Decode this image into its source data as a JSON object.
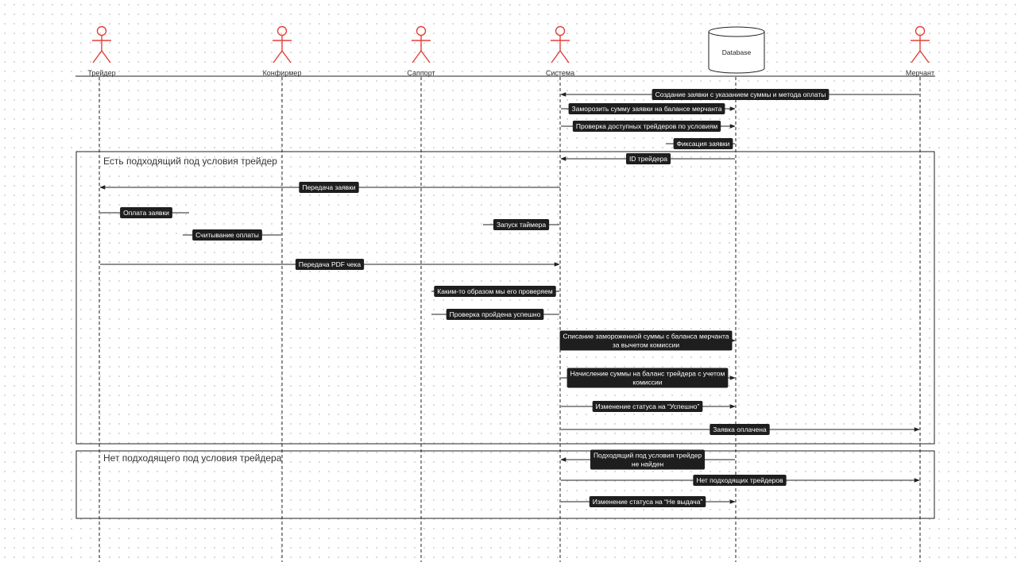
{
  "colors": {
    "actor": "#e0413a",
    "line": "#222222",
    "label_bg": "#1e1e1e",
    "label_text": "#ffffff"
  },
  "participants": [
    {
      "id": "trader",
      "name": "Трейдер",
      "kind": "actor"
    },
    {
      "id": "confirmer",
      "name": "Конфирмер",
      "kind": "actor"
    },
    {
      "id": "support",
      "name": "Саппорт",
      "kind": "actor"
    },
    {
      "id": "system",
      "name": "Система",
      "kind": "actor"
    },
    {
      "id": "database",
      "name": "Database",
      "kind": "database"
    },
    {
      "id": "merchant",
      "name": "Мерчант",
      "kind": "actor"
    }
  ],
  "frames": [
    {
      "title": "Есть подходящий под условия трейдер"
    },
    {
      "title": "Нет подходящего под условия трейдера"
    }
  ],
  "messages": [
    {
      "text": "Создание заявки с указанием суммы и метода оплаты"
    },
    {
      "text": "Заморозить сумму заявки на балансе мерчанта"
    },
    {
      "text": "Проверка доступных трейдеров по условиям"
    },
    {
      "text": "Фиксация заявки"
    },
    {
      "text": "ID трейдера"
    },
    {
      "text": "Передача заявки"
    },
    {
      "text": "Оплата заявки"
    },
    {
      "text": "Считывание оплаты"
    },
    {
      "text": "Запуск таймера"
    },
    {
      "text": "Передача PDF чека"
    },
    {
      "text": "Каким-то образом мы его проверяем"
    },
    {
      "text": "Проверка пройдена успешно"
    },
    {
      "text": "Списание замороженной суммы с баланса мерчанта\nза вычетом комиссии"
    },
    {
      "text": "Начисление суммы на баланс трейдера с учетом\nкомиссии"
    },
    {
      "text": "Изменение статуса на “Успешно”"
    },
    {
      "text": "Заявка оплачена"
    },
    {
      "text": "Подходящий под условия трейдер\nне найден"
    },
    {
      "text": "Нет подходящих трейдеров"
    },
    {
      "text": "Изменение статуса на “Не выдача”"
    }
  ]
}
